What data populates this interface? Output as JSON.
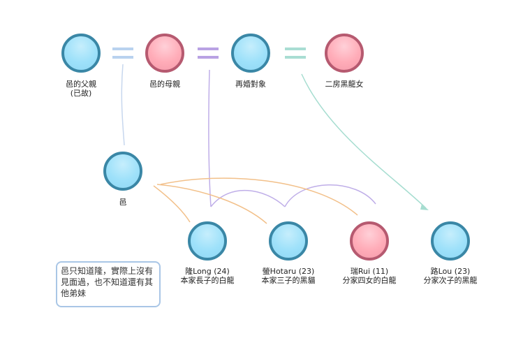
{
  "nodes": {
    "father": {
      "line1": "邑的父親",
      "line2": "(已故)"
    },
    "mother": {
      "line1": "邑的母親"
    },
    "stepfather": {
      "line1": "再婚對象"
    },
    "concubine": {
      "line1": "二房黑龍女"
    },
    "yi": {
      "line1": "邑"
    },
    "long": {
      "line1": "隆Long (24)",
      "line2": "本家長子的白龍"
    },
    "hotaru": {
      "line1": "螢Hotaru (23)",
      "line2": "本家三子的黑貓"
    },
    "rui": {
      "line1": "瑞Rui (11)",
      "line2": "分家四女的白龍"
    },
    "lou": {
      "line1": "路Lou (23)",
      "line2": "分家次子的黑龍"
    }
  },
  "note": {
    "text": "邑只知道隆，實際上沒有見面過，也不知道還有其他弟妹"
  },
  "colors": {
    "male_fill": "#9ee1fa",
    "male_border": "#3a87a6",
    "female_fill": "#ffacb8",
    "female_border": "#b65a70",
    "marriage1": "#b9d2ef",
    "marriage2": "#b9a2e3",
    "marriage3": "#a9ddd3",
    "line_yi": "#c7d7ee",
    "line_purple": "#bfaee8",
    "line_orange": "#f2c08a",
    "line_teal": "#a6ddd0",
    "note_border": "#a9c6e6"
  }
}
